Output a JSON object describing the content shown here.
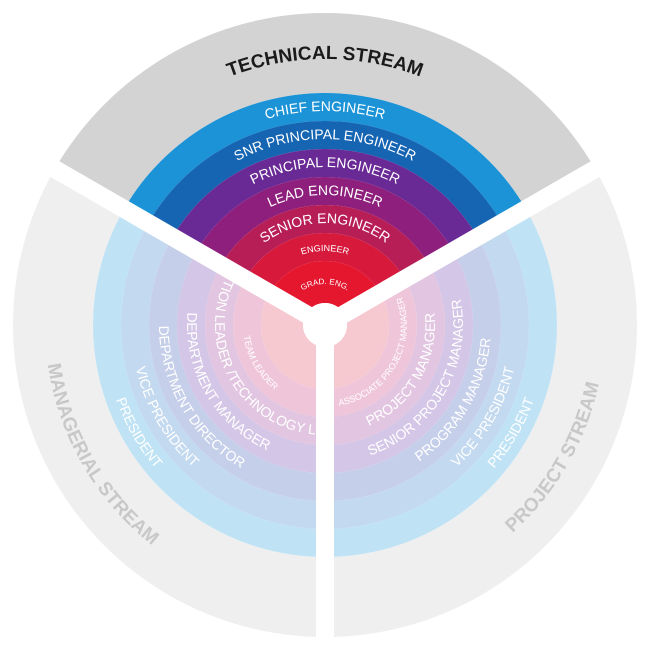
{
  "streams": {
    "technical": {
      "title": "TECHNICAL STREAM",
      "title_color": "#1a1a1a",
      "band_color": "#d3d3d3",
      "levels": [
        {
          "label": "CHIEF ENGINEER",
          "color": "#1b93d6"
        },
        {
          "label": "SNR PRINCIPAL ENGINEER",
          "color": "#1565b3"
        },
        {
          "label": "PRINCIPAL ENGINEER",
          "color": "#6a2a96"
        },
        {
          "label": "LEAD ENGINEER",
          "color": "#8e1f7d"
        },
        {
          "label": "SENIOR ENGINEER",
          "color": "#b81e56"
        },
        {
          "label": "ENGINEER",
          "color": "#d7193c"
        },
        {
          "label": "GRAD. ENG.",
          "color": "#e5172e"
        }
      ]
    },
    "managerial": {
      "title": "MANAGERIAL STREAM",
      "title_color": "#c8c8c8",
      "band_color": "#efefef",
      "levels": [
        {
          "label": "PRESIDENT",
          "color": "#bfe3f5"
        },
        {
          "label": "VICE PRESIDENT",
          "color": "#c3d9ef"
        },
        {
          "label": "DEPARTMENT DIRECTOR",
          "color": "#c6cfea"
        },
        {
          "label": "DEPARTMENT MANAGER",
          "color": "#d4c6e6"
        },
        {
          "label": "SECTION LEADER /TECHNOLOGY LEAD",
          "color": "#e2c5e0"
        },
        {
          "label": "TEAM LEADER",
          "color": "#efc6d9"
        },
        {
          "label": "",
          "color": "#f6c8d0"
        }
      ]
    },
    "project": {
      "title": "PROJECT STREAM",
      "title_color": "#c8c8c8",
      "band_color": "#efefef",
      "levels": [
        {
          "label": "PRESIDENT",
          "color": "#bfe3f5"
        },
        {
          "label": "VICE PRESIDENT",
          "color": "#c3d9ef"
        },
        {
          "label": "PROGRAM MANAGER",
          "color": "#c6cfea"
        },
        {
          "label": "SENIOR PROJECT MANAGER",
          "color": "#d4c6e6"
        },
        {
          "label": "PROJECT MANAGER",
          "color": "#e2c5e0"
        },
        {
          "label": "ASSOCIATE PROJECT MANAGER",
          "color": "#efc6d9"
        },
        {
          "label": "",
          "color": "#f6c8d0"
        }
      ]
    }
  }
}
